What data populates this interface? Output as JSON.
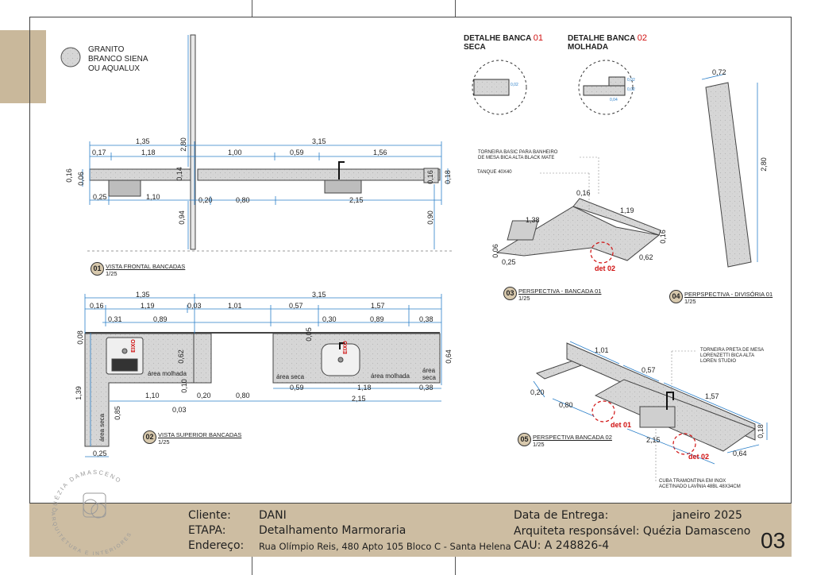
{
  "legend": {
    "line1": "GRANITO",
    "line2": "BRANCO SIENA",
    "line3": "OU AQUALUX"
  },
  "details": {
    "d1_line1": "DETALHE BANCA",
    "d1_num": "01",
    "d1_line2": "SECA",
    "d2_line1": "DETALHE BANCA",
    "d2_num": "02",
    "d2_line2": "MOLHADA",
    "d1_dim": "0,02",
    "d2_dim_a": "0,02",
    "d2_dim_b": "0,02",
    "d2_dim_c": "0,04"
  },
  "views": {
    "v1_num": "01",
    "v1_title": "VISTA FRONTAL BANCADAS",
    "v1_scale": "1/25",
    "v2_num": "02",
    "v2_title": "VISTA SUPERIOR BANCADAS",
    "v2_scale": "1/25",
    "v3_num": "03",
    "v3_title": "PERSPECTIVA - BANCADA 01",
    "v3_scale": "1/25",
    "v4_num": "04",
    "v4_title": "PERPSPECTIVA - DIVISÓRIA 01",
    "v4_scale": "1/25",
    "v5_num": "05",
    "v5_title": "PERSPECTIVA BANCADA 02",
    "v5_scale": "1/25"
  },
  "front_dims": {
    "total_left": "1,35",
    "total_right": "3,15",
    "d017": "0,17",
    "d118": "1,18",
    "d100": "1,00",
    "d059": "0,59",
    "d156": "1,56",
    "d016": "0,16",
    "d006": "0,06",
    "d014": "0,14",
    "d018": "0,18",
    "d016b": "0,16",
    "d025": "0,25",
    "d110": "1,10",
    "d020": "0,20",
    "d080": "0,80",
    "d215": "2,15",
    "d280": "2,80",
    "d094": "0,94",
    "d090": "0,90"
  },
  "top_dims": {
    "total_left": "1,35",
    "total_right": "3,15",
    "d016": "0,16",
    "d119": "1,19",
    "d003": "0,03",
    "d101": "1,01",
    "d057": "0,57",
    "d157": "1,57",
    "d031": "0,31",
    "d089": "0,89",
    "d030": "0,30",
    "d089b": "0,89",
    "d038": "0,38",
    "d008": "0,08",
    "d062": "0,62",
    "d005": "0,05",
    "d064": "0,64",
    "d139": "1,39",
    "d085": "0,85",
    "d010": "0,10",
    "d110": "1,10",
    "d020": "0,20",
    "d080": "0,80",
    "d003b": "0,03",
    "d059": "0,59",
    "d118": "1,18",
    "d038b": "0,38",
    "d215": "2,15",
    "d025": "0,25",
    "area_molhada": "área molhada",
    "area_seca": "área seca",
    "area_seca2": "área seca",
    "area_molhada2": "área molhada",
    "area_seca3": "área",
    "area_seca3b": "seca",
    "eixo": "EIXO"
  },
  "persp1": {
    "note1": "TORNEIRA BASIC PARA BANHEIRO",
    "note2": "DE MESA BICA ALTA BLACK MATE",
    "note3": "TANQUE 40X40",
    "d016": "0,16",
    "d119": "1,19",
    "d138": "1,38",
    "d016b": "0,16",
    "d006": "0,06",
    "d025": "0,25",
    "d062": "0,62",
    "det": "det 02"
  },
  "persp4": {
    "d072": "0,72",
    "d280": "2,80"
  },
  "persp5": {
    "note1": "TORNEIRA PRETA DE MESA",
    "note2": "LORENZETTI BICA ALTA",
    "note3": "LOREN STUDIO",
    "note4": "CUBA TRAMONTINA EM INOX",
    "note5": "ACETINADO LAVÍNIA 48BL 48X34CM",
    "d101": "1,01",
    "d057": "0,57",
    "d157": "1,57",
    "d020": "0,20",
    "d080": "0,80",
    "d215": "2,15",
    "d064": "0,64",
    "d018": "0,18",
    "det01": "det 01",
    "det02": "det 02"
  },
  "title_block": {
    "cliente_label": "Cliente:",
    "cliente": "DANI",
    "etapa_label": "ETAPA:",
    "etapa": "Detalhamento Marmoraria",
    "endereco_label": "Endereço:",
    "endereco": "Rua Olímpio Reis, 480 Apto 105 Bloco C - Santa Helena",
    "entrega_label": "Data de Entrega:",
    "entrega": "janeiro 2025",
    "arquiteta": "Arquiteta responsável: Quézia Damasceno",
    "cau": "CAU: A 248826-4",
    "page": "03"
  },
  "logo": {
    "top_text": "QUÉZIA DAMASCENO",
    "bottom_text": "ARQUITETURA E INTERIORES"
  },
  "colors": {
    "granite": "#d4d4d4",
    "dimension": "#2a7fc9",
    "title_block": "#cdbda2",
    "accent_red": "#d01010"
  }
}
